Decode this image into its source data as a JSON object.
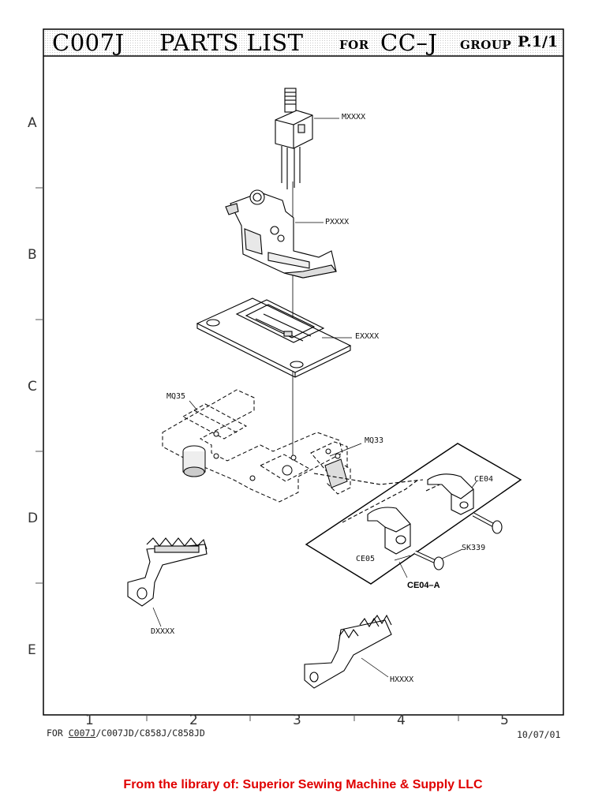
{
  "header": {
    "model": "C007J",
    "title": "PARTS LIST",
    "for_word": "FOR",
    "group_code": "CC–J",
    "group_word": "GROUP",
    "page": "P.1/1"
  },
  "grid": {
    "rows": [
      "A",
      "B",
      "C",
      "D",
      "E"
    ],
    "columns": [
      "1",
      "2",
      "3",
      "4",
      "5"
    ]
  },
  "parts": [
    {
      "id": "needle_clamp",
      "label": "MXXXX"
    },
    {
      "id": "presser_foot",
      "label": "PXXXX"
    },
    {
      "id": "needle_plate",
      "label": "EXXXX"
    },
    {
      "id": "plate_support",
      "label": "MQ35"
    },
    {
      "id": "bracket",
      "label": "MQ33"
    },
    {
      "id": "looper_ce04",
      "label": "CE04"
    },
    {
      "id": "looper_ce05",
      "label": "CE05"
    },
    {
      "id": "screw",
      "label": "SK339"
    },
    {
      "id": "feed_dog_d",
      "label": "DXXXX"
    },
    {
      "id": "feed_dog_h",
      "label": "HXXXX"
    }
  ],
  "assembly": {
    "label": "CE04–A"
  },
  "footer": {
    "for_word": "FOR",
    "models_first": "C007J",
    "models_rest": "/C007JD/C858J/C858JD",
    "date": "10/07/01"
  },
  "library_note": "From the library of: Superior Sewing Machine & Supply LLC"
}
